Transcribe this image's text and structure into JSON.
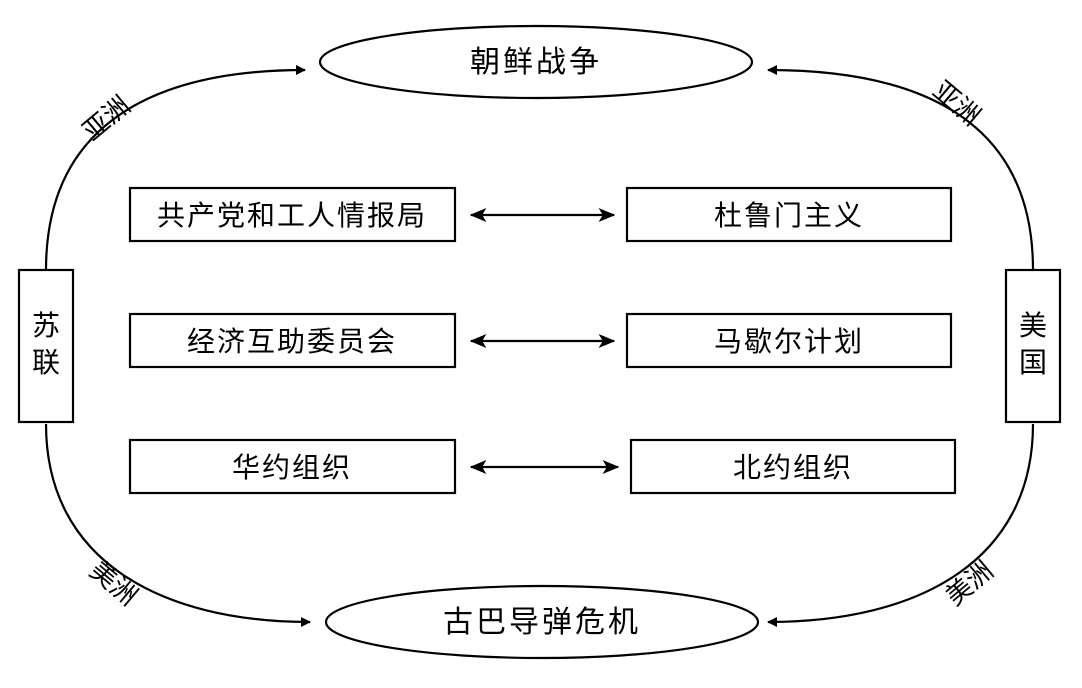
{
  "top_event": "朝鲜战争",
  "bottom_event": "古巴导弹危机",
  "left_bloc": [
    "苏",
    "联"
  ],
  "right_bloc": [
    "美",
    "国"
  ],
  "left_items": [
    "共产党和工人情报局",
    "经济互助委员会",
    "华约组织"
  ],
  "right_items": [
    "杜鲁门主义",
    "马歇尔计划",
    "北约组织"
  ],
  "region_labels": {
    "top_left": "亚洲",
    "top_right": "亚洲",
    "bottom_left": "美洲",
    "bottom_right": "美洲"
  }
}
